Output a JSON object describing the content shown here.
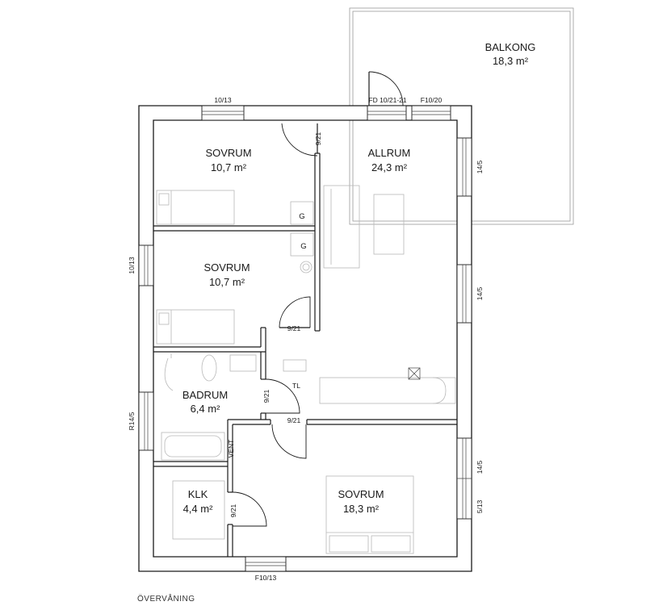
{
  "floor_label": "ÖVERVÅNING",
  "rooms": {
    "balkong": {
      "name": "BALKONG",
      "area": "18,3 m²"
    },
    "sovrum1": {
      "name": "SOVRUM",
      "area": "10,7 m²"
    },
    "allrum": {
      "name": "ALLRUM",
      "area": "24,3 m²"
    },
    "sovrum2": {
      "name": "SOVRUM",
      "area": "10,7 m²"
    },
    "badrum": {
      "name": "BADRUM",
      "area": "6,4 m²"
    },
    "klk": {
      "name": "KLK",
      "area": "4,4 m²"
    },
    "sovrum3": {
      "name": "SOVRUM",
      "area": "18,3 m²"
    }
  },
  "windows": {
    "top_left": "10/13",
    "top_door": "FD 10/21-21",
    "top_right": "F10/20",
    "left_upper": "10/13",
    "left_lower": "R14/5",
    "right_upper": "14/5",
    "right_middle": "14/5",
    "right_lower_a": "14/5",
    "right_lower_b": "5/13",
    "bottom": "F10/13"
  },
  "doors": {
    "sovrum1": "9/21",
    "sovrum2": "9/21",
    "badrum": "9/21",
    "sovrum3": "9/21",
    "klk": "9/21"
  },
  "fixtures": {
    "wardrobe_1": "G",
    "wardrobe_2": "G",
    "toilet": "TL",
    "vent": "VENT"
  }
}
